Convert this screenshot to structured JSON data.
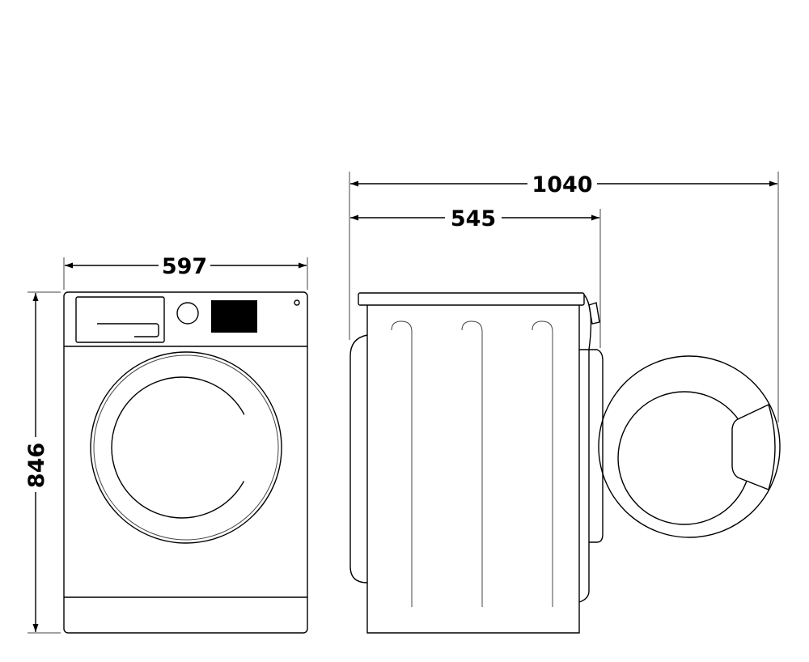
{
  "diagram": {
    "front_view": {
      "width_label": "597",
      "height_label": "846"
    },
    "side_view": {
      "depth_label": "545",
      "depth_door_open_label": "1040"
    },
    "colors": {
      "line": "#000000",
      "background": "#ffffff"
    }
  }
}
